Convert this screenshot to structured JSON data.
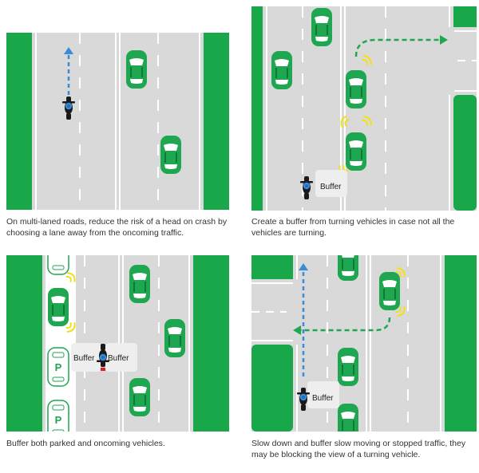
{
  "colors": {
    "grass": "#18a84a",
    "road": "#d9d9d9",
    "car": "#1fa650",
    "car_dark": "#0e7a37",
    "window": "#ffffff",
    "indicator": "#f3e01b",
    "arrow_blue": "#3a8ad6",
    "arrow_green": "#1fa650",
    "buffer_box": "#eeeeee",
    "rider": "#1f6fc0",
    "brake_light": "#e02020"
  },
  "icons": [
    "motorcycle-icon",
    "car-icon",
    "parked-car-icon",
    "indicator-icon",
    "arrow-icon"
  ],
  "panels": [
    {
      "caption": "On multi-laned roads, reduce the risk of a head on crash by choosing a lane away from the oncoming traffic."
    },
    {
      "caption": "Create a buffer from turning vehicles in case not all the vehicles are turning.",
      "buffer_label": "Buffer"
    },
    {
      "caption": "Buffer both parked and oncoming vehicles.",
      "buffer_left_label": "Buffer",
      "buffer_right_label": "Buffer",
      "parking_label": "P"
    },
    {
      "caption": "Slow down and buffer slow moving or stopped traffic, they may be blocking the view of a turning vehicle.",
      "buffer_label": "Buffer"
    }
  ]
}
